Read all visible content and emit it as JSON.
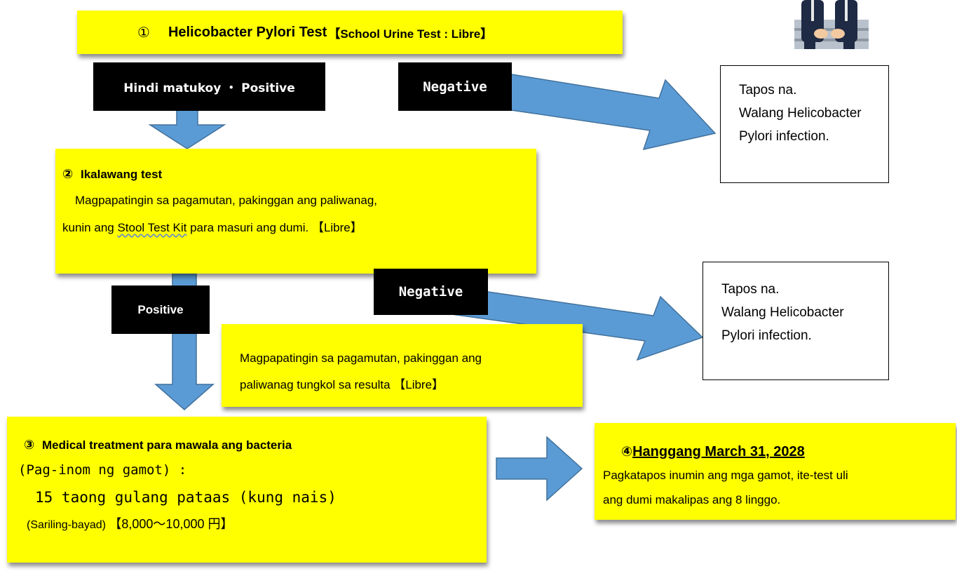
{
  "colors": {
    "highlight": "#ffff00",
    "arrow": "#5b9bd5",
    "arrow_stroke": "#41719c",
    "label_bg": "#000000"
  },
  "step1": {
    "num": "①",
    "title": "Helicobacter Pylori Test",
    "sub": "【School Urine Test : Libre】"
  },
  "labels": {
    "positive1": "Hindi matukoy ・ Positive",
    "negative1": "Negative",
    "positive2": "Positive",
    "negative2": "Negative"
  },
  "result_box_1": {
    "lines": [
      "Tapos na.",
      "Walang Helicobacter",
      "Pylori infection."
    ]
  },
  "result_box_2": {
    "lines": [
      "Tapos na.",
      "Walang Helicobacter",
      "Pylori infection."
    ]
  },
  "step2": {
    "num": "②",
    "title": "Ikalawang test",
    "line1": "Magpapatingin sa pagamutan, pakinggan ang paliwanag,",
    "line2_pre": "kunin ang ",
    "line2_link": "Stool Test Kit",
    "line2_post": " para masuri ang dumi. 【Libre】"
  },
  "note": {
    "line1": "Magpapatingin sa pagamutan, pakinggan ang",
    "line2": "paliwanag tungkol sa resulta 【Libre】"
  },
  "step3": {
    "num": "③",
    "title": "Medical treatment para mawala ang bacteria",
    "line2": "(Pag-inom ng gamot) :",
    "line3": "15 taong gulang pataas (kung nais)",
    "line4_pre": "(Sariling-bayad)",
    "line4_price": "【8,000～10,000 円】"
  },
  "step4": {
    "num": "④",
    "title": "Hanggang March 31, 2028",
    "line1": "Pagkatapos inumin ang mga gamot, ite-test uli",
    "line2": "ang dumi makalipas ang 8 linggo."
  }
}
